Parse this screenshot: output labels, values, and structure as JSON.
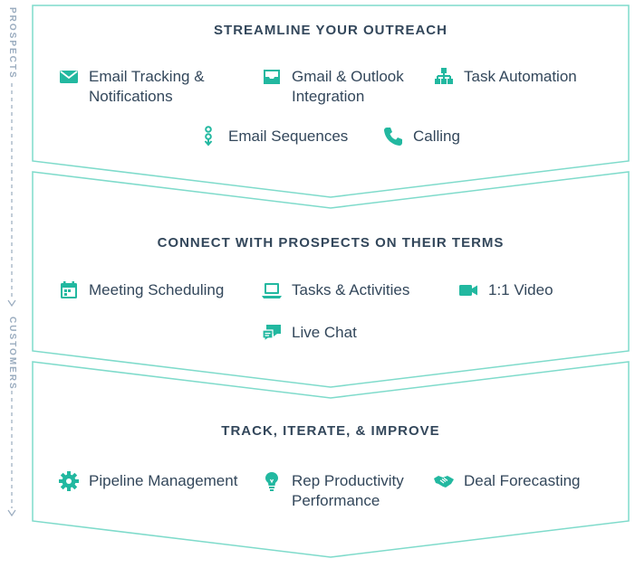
{
  "side_labels": {
    "top": "PROSPECTS",
    "bottom": "CUSTOMERS"
  },
  "colors": {
    "accent": "#22b8a0",
    "frame": "#7fdbcb",
    "text": "#33475b",
    "side_label": "#9aacbf"
  },
  "sections": [
    {
      "title": "STREAMLINE YOUR OUTREACH",
      "features": [
        {
          "label": "Email Tracking &\nNotifications",
          "icon": "envelope-icon"
        },
        {
          "label": "Gmail & Outlook\nIntegration",
          "icon": "inbox-tray-icon"
        },
        {
          "label": "Task Automation",
          "icon": "workflow-icon"
        },
        {
          "label": "Email Sequences",
          "icon": "sequence-icon"
        },
        {
          "label": "Calling",
          "icon": "phone-icon"
        }
      ]
    },
    {
      "title": "CONNECT WITH PROSPECTS ON THEIR TERMS",
      "features": [
        {
          "label": "Meeting Scheduling",
          "icon": "calendar-icon"
        },
        {
          "label": "Tasks & Activities",
          "icon": "laptop-icon"
        },
        {
          "label": "1:1 Video",
          "icon": "video-camera-icon"
        },
        {
          "label": "Live Chat",
          "icon": "chat-bubbles-icon"
        }
      ]
    },
    {
      "title": "TRACK, ITERATE, & IMPROVE",
      "features": [
        {
          "label": "Pipeline Management",
          "icon": "gear-icon"
        },
        {
          "label": "Rep Productivity\nPerformance",
          "icon": "lightbulb-icon"
        },
        {
          "label": "Deal Forecasting",
          "icon": "handshake-icon"
        }
      ]
    }
  ]
}
